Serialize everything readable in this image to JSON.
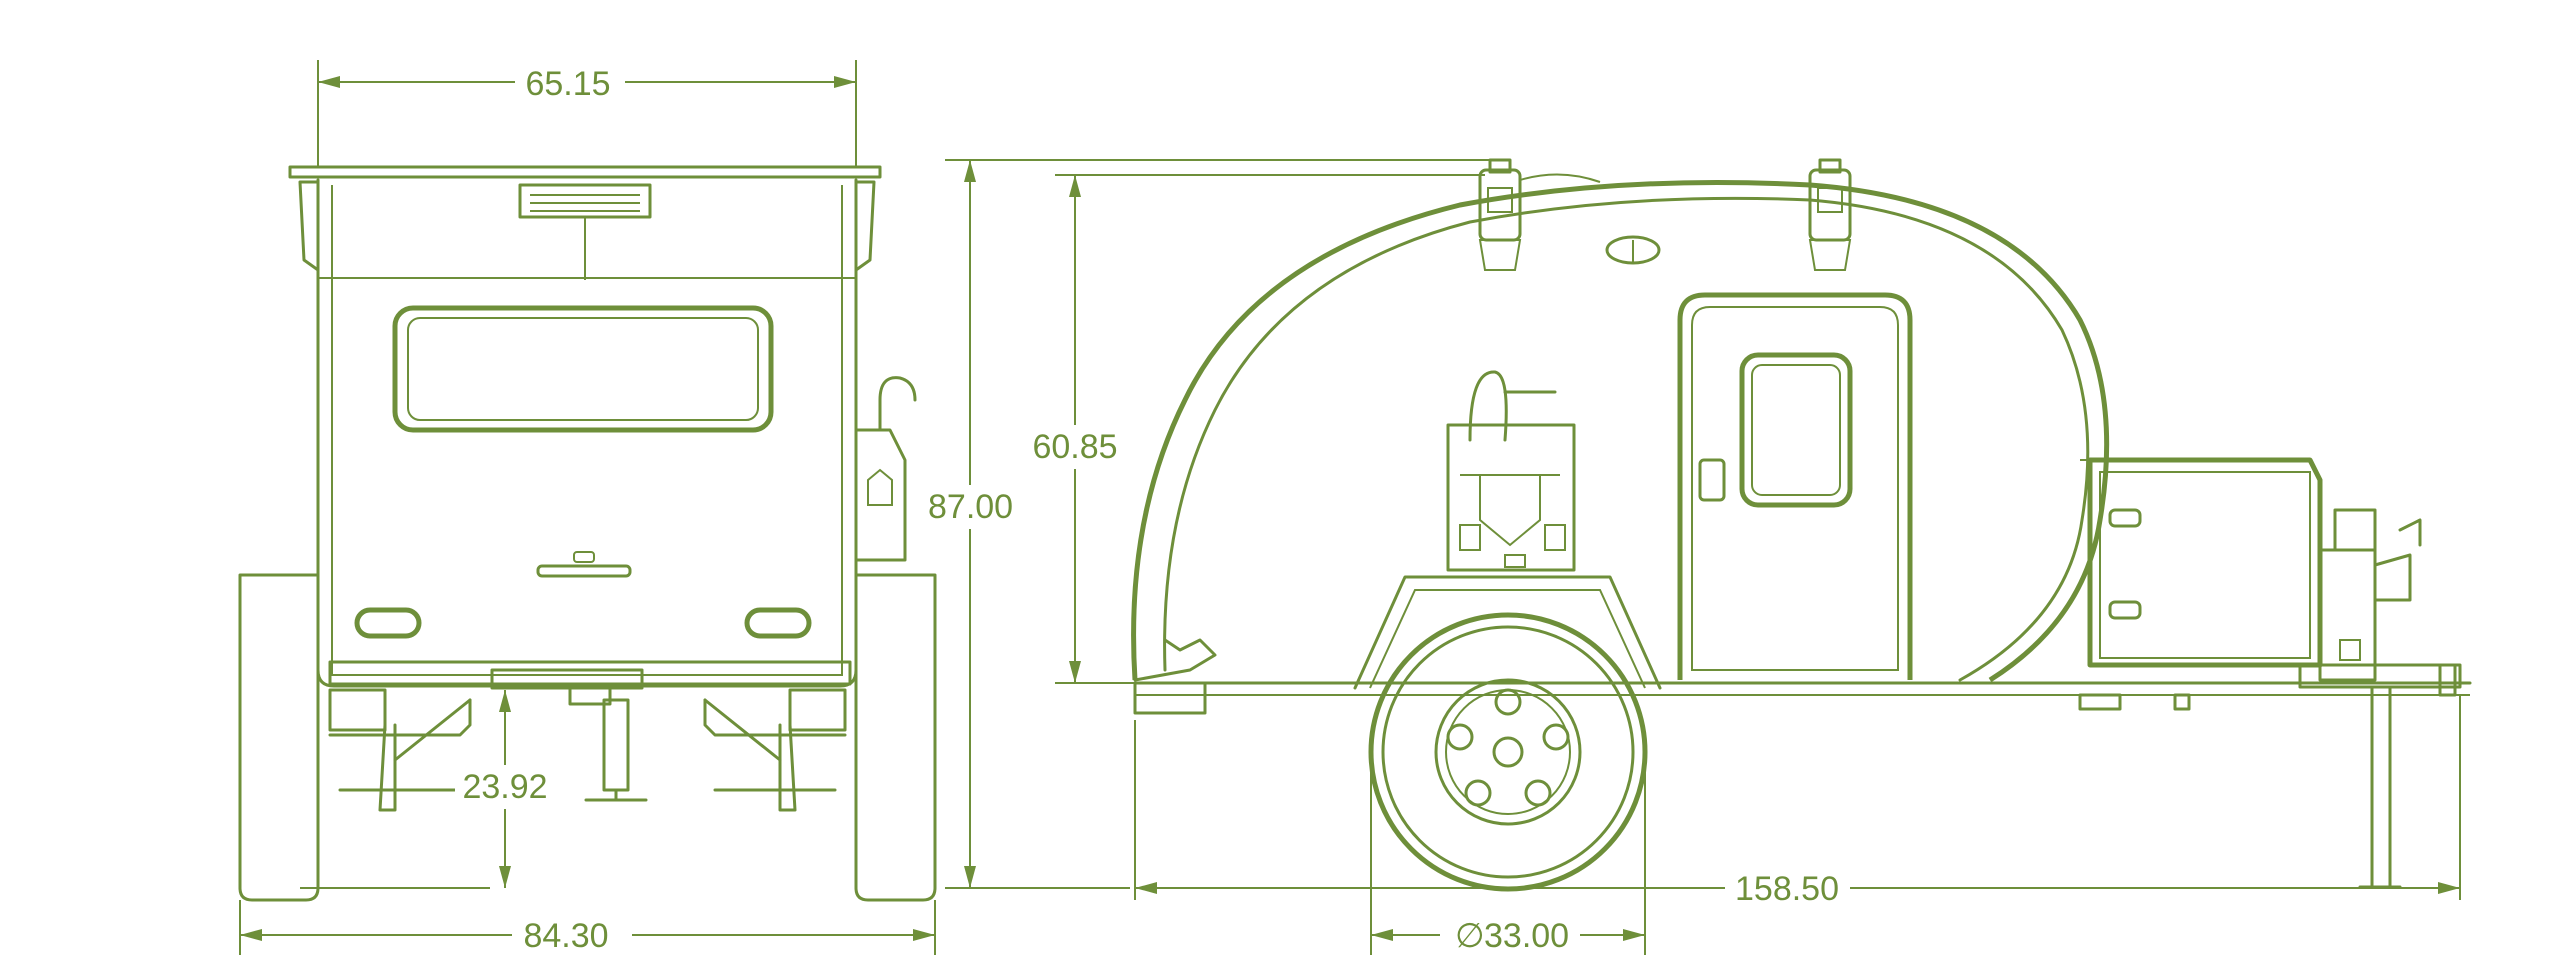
{
  "colors": {
    "line": "#6e8f3a",
    "background": "#ffffff"
  },
  "dimensions": {
    "top_width": "65.15",
    "overall_width": "84.30",
    "ground_clearance": "23.92",
    "overall_height": "87.00",
    "body_height": "60.85",
    "overall_length": "158.50",
    "wheel_diameter_symbol": "∅",
    "wheel_diameter": "33.00"
  }
}
